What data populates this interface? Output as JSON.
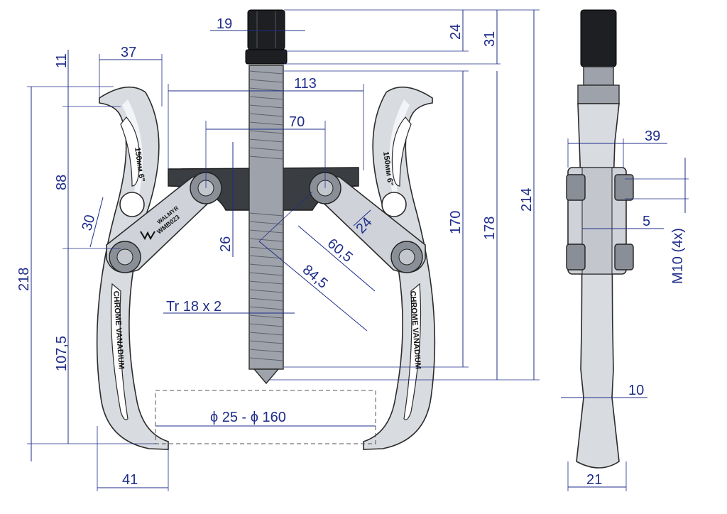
{
  "dimensions": {
    "d19": "19",
    "d24_top": "24",
    "d31": "31",
    "d11": "11",
    "d37": "37",
    "d113": "113",
    "d70": "70",
    "d88": "88",
    "d30": "30",
    "d26": "26",
    "d24_link": "24",
    "d60_5": "60,5",
    "d84_5": "84,5",
    "d170": "170",
    "d178": "178",
    "d214": "214",
    "d218": "218",
    "d107_5": "107,5",
    "d_thread": "Tr 18 x 2",
    "d_range": "ϕ 25 - ϕ 160",
    "d41": "41",
    "d39": "39",
    "d5": "5",
    "d_bolt": "M10  (4x)",
    "d10": "10",
    "d21": "21"
  },
  "engravings": {
    "arm_size_left": "150мм 6\"",
    "arm_size_right": "150мм 6\"",
    "material_left": "CHROME VANADIUM",
    "material_right": "CHROME VANADIUM",
    "brand": "WALMYR WMB023",
    "brand_line1": "WALMYR",
    "brand_line2": "WMB023"
  },
  "colors": {
    "dimension": "#1f2d8a",
    "steel": "#d8dbe0",
    "dark_steel": "#3a3d42",
    "nut": "#1d1f22"
  }
}
